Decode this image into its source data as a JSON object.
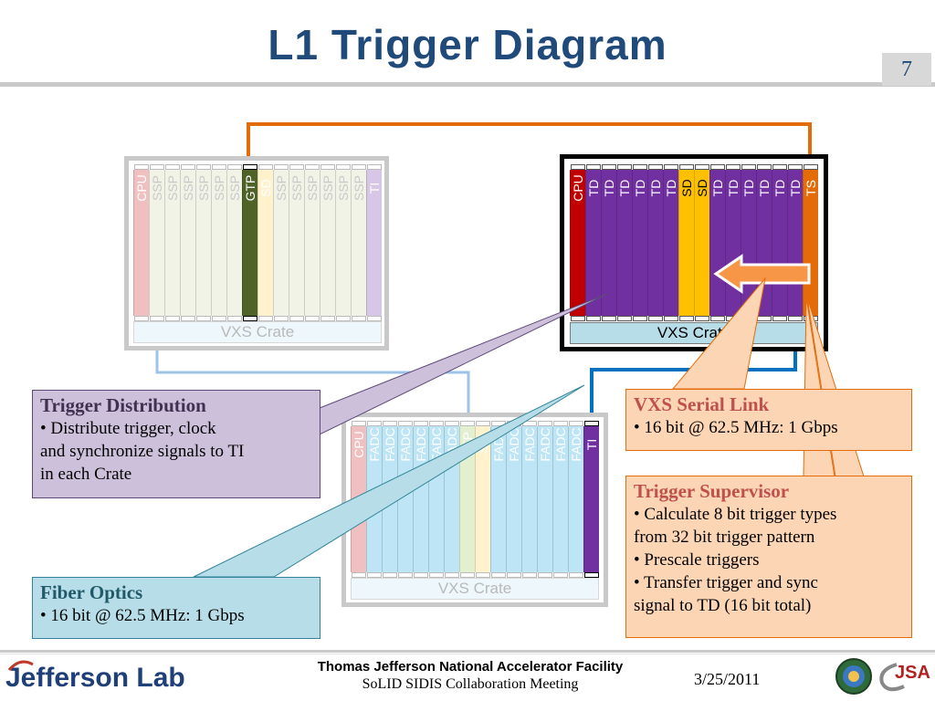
{
  "slide": {
    "title": "L1 Trigger Diagram",
    "page_number": "7"
  },
  "crates": {
    "left": {
      "label": "VXS Crate",
      "slots": [
        "CPU",
        "SSP",
        "SSP",
        "SSP",
        "SSP",
        "SSP",
        "SSP",
        "GTP",
        "SD",
        "SSP",
        "SSP",
        "SSP",
        "SSP",
        "SSP",
        "SSP",
        "TI"
      ]
    },
    "right": {
      "label": "VXS Crate",
      "slots": [
        "CPU",
        "TD",
        "TD",
        "TD",
        "TD",
        "TD",
        "TD",
        "SD",
        "SD",
        "TD",
        "TD",
        "TD",
        "TD",
        "TD",
        "TD",
        "TS"
      ]
    },
    "bottom": {
      "label": "VXS Crate",
      "slots": [
        "CPU",
        "FADC",
        "FADC",
        "FADC",
        "FADC",
        "FADC",
        "FADC",
        "CTP",
        "SD",
        "FADC",
        "FADC",
        "FADC",
        "FADC",
        "FADC",
        "FADC",
        "TI"
      ]
    }
  },
  "callouts": {
    "trigger_distribution": {
      "title": "Trigger Distribution",
      "lines": [
        "• Distribute trigger, clock",
        "and synchronize signals to TI",
        "in each Crate"
      ]
    },
    "fiber_optics": {
      "title": "Fiber Optics",
      "lines": [
        "• 16 bit @ 62.5 MHz: 1 Gbps"
      ]
    },
    "vxs_serial_link": {
      "title": "VXS Serial Link",
      "lines": [
        "• 16 bit @ 62.5 MHz: 1 Gbps"
      ]
    },
    "trigger_supervisor": {
      "title": "Trigger Supervisor",
      "lines": [
        "• Calculate 8 bit trigger types",
        "from 32 bit trigger pattern",
        "• Prescale triggers",
        "• Transfer trigger and sync",
        "signal to TD (16 bit total)"
      ]
    }
  },
  "footer": {
    "logo_text": "Jefferson Lab",
    "organization": "Thomas Jefferson National Accelerator Facility",
    "meeting": "SoLID SIDIS Collaboration Meeting",
    "date": "3/25/2011",
    "partner_logo_text": "JSA"
  },
  "colors": {
    "title": "#1f4a7a",
    "cpu": "#c00000",
    "td": "#7030a0",
    "sd": "#ffc000",
    "ts": "#e36c09",
    "gtp": "#4f6228",
    "fadc": "#bde5f5",
    "ssp": "#f0f3e6",
    "orange_link": "#e36c09",
    "blue_link": "#0070c0",
    "light_blue_link": "#9dc3e6"
  }
}
